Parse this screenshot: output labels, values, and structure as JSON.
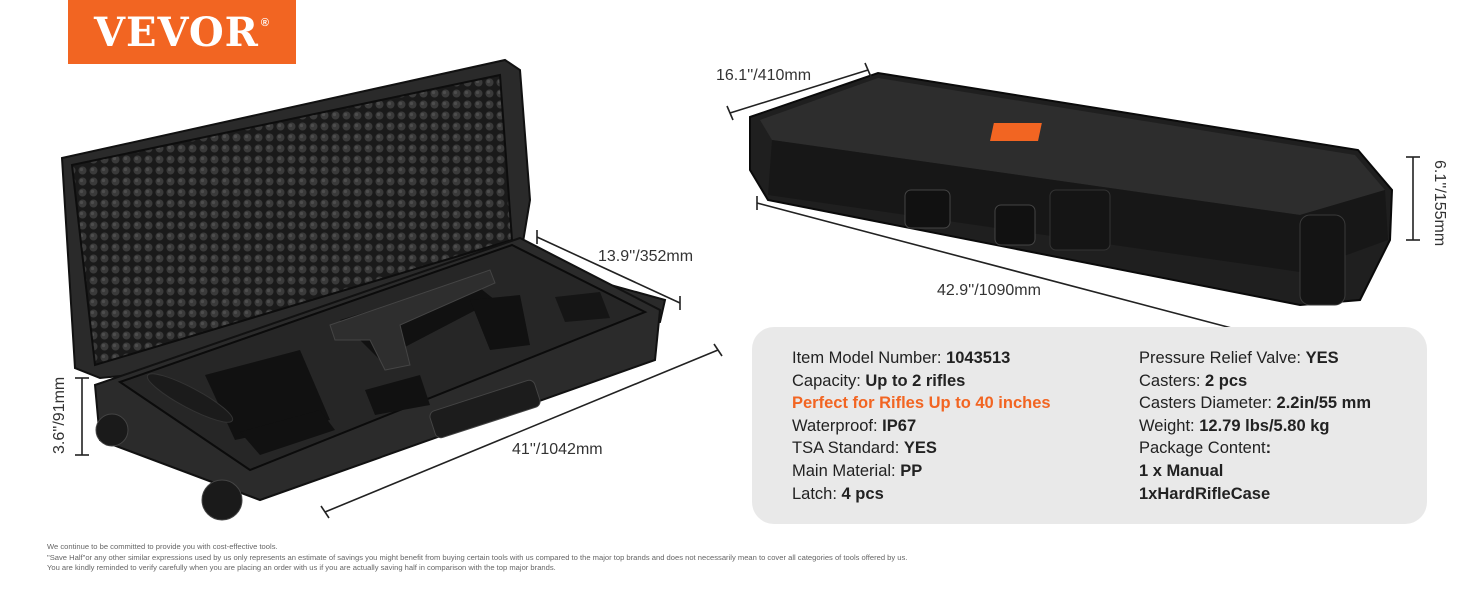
{
  "logo": {
    "text": "VEVOR",
    "mark": "®"
  },
  "dimensions": {
    "open_depth": "13.9''/352mm",
    "open_height": "3.6''/91mm",
    "open_length": "41''/1042mm",
    "closed_width": "16.1''/410mm",
    "closed_height": "6.1''/155mm",
    "closed_length": "42.9''/1090mm"
  },
  "specs_left": [
    {
      "label": "Item Model Number: ",
      "value": "1043513"
    },
    {
      "label": "Capacity: ",
      "value": "Up to 2 rifles"
    },
    {
      "label": "",
      "value": "Perfect for Rifles Up to 40 inches",
      "highlight": true
    },
    {
      "label": "Waterproof: ",
      "value": "IP67"
    },
    {
      "label": "TSA Standard: ",
      "value": "YES"
    },
    {
      "label": "Main Material: ",
      "value": "PP"
    },
    {
      "label": "Latch: ",
      "value": "4 pcs"
    }
  ],
  "specs_right": [
    {
      "label": "Pressure Relief Valve: ",
      "value": "YES"
    },
    {
      "label": "Casters: ",
      "value": "2 pcs"
    },
    {
      "label": "Casters Diameter: ",
      "value": "2.2in/55 mm"
    },
    {
      "label": "Weight: ",
      "value": "12.79 lbs/5.80 kg"
    },
    {
      "label": "Package Content",
      "value": ":"
    },
    {
      "label": "",
      "value": "1 x Manual"
    },
    {
      "label": "",
      "value": "1xHardRifleCase"
    }
  ],
  "disclaimer": [
    "We continue to be committed to provide you with cost-effective tools.",
    "\"Save Half\"or any other similar expressions used by us only represents an estimate of savings you might benefit from buying certain tools with us compared to the major top brands and does not necessarily mean to cover all categories of tools offered by us.",
    "You are kindly reminded to verify carefully when you are placing an order with us if you are actually saving half in comparison with the top major brands."
  ],
  "colors": {
    "brand": "#f26522",
    "card": "#e9e9e9",
    "case": "#1e1e1e"
  }
}
